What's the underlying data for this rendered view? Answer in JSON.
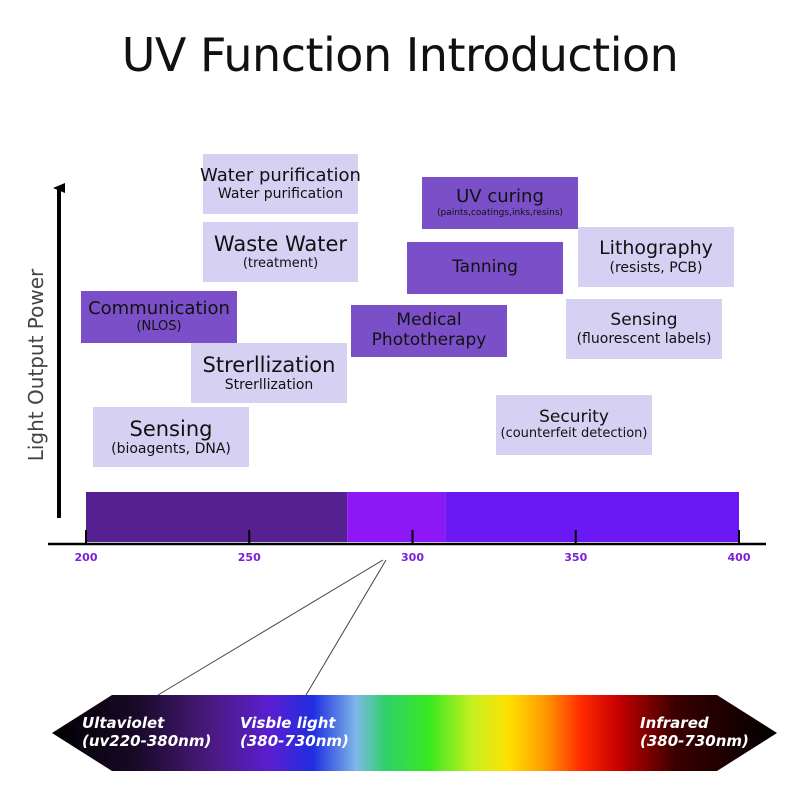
{
  "title": "UV Function Introduction",
  "y_axis_label": "Light Output Power",
  "axis": {
    "min": 200,
    "max": 400,
    "ticks": [
      200,
      250,
      300,
      350,
      400
    ],
    "tick_label_color": "#7b1fd6"
  },
  "bands": [
    {
      "from": 200,
      "to": 280,
      "color": "#55208f"
    },
    {
      "from": 280,
      "to": 310,
      "color": "#8e17f5"
    },
    {
      "from": 310,
      "to": 400,
      "color": "#6a19f5"
    }
  ],
  "applications": [
    {
      "title": "Water purification",
      "subtitle": "Water purification"
    },
    {
      "title": "Waste Water",
      "subtitle": "(treatment)"
    },
    {
      "title": "Communication",
      "subtitle": "(NLOS)"
    },
    {
      "title": "Strerllization",
      "subtitle": "Strerllization"
    },
    {
      "title": "Sensing",
      "subtitle": "(bioagents, DNA)"
    },
    {
      "title": "UV curing",
      "subtitle": "(paints,coatings,inks,resins)"
    },
    {
      "title": "Tanning",
      "subtitle": ""
    },
    {
      "title": "Medical",
      "subtitle": "Phototherapy"
    },
    {
      "title": "Lithography",
      "subtitle": "(resists, PCB)"
    },
    {
      "title": "Sensing",
      "subtitle": "(fluorescent labels)"
    },
    {
      "title": "Security",
      "subtitle": "(counterfeit detection)"
    }
  ],
  "spectrum": {
    "ultraviolet": {
      "name": "Ultaviolet",
      "range": "(uv220-380nm)"
    },
    "visible": {
      "name": "Visble light",
      "range": "(380-730nm)"
    },
    "infrared": {
      "name": "Infrared",
      "range": "(380-730nm)"
    }
  },
  "colors": {
    "light_box": "#d6d0f2",
    "dark_box": "#7b4fc7"
  }
}
